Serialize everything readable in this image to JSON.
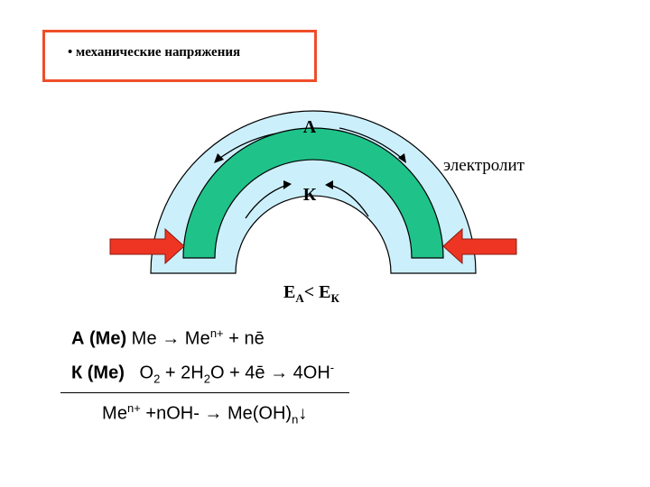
{
  "title": "• механические напряжения",
  "labels": {
    "anode": "А",
    "cathode": "К",
    "electrolyte": "электролит"
  },
  "potential": {
    "e1": "E",
    "s1": "A",
    "rel": "< E",
    "s2": "К"
  },
  "anode_eq": {
    "lead": "А (Ме)",
    "left": "Ме → Ме",
    "sup": "n+",
    "right": "+ nē"
  },
  "cathode_eq": {
    "lead": "К (Ме)",
    "o": "O",
    "o_sub": "2",
    "mid1": "+ 2H",
    "h_sub": "2",
    "mid2": "O + 4ē → 4OH",
    "sup": "-"
  },
  "result_eq": {
    "me": "Ме",
    "sup": "n+",
    "mid": "+nOH- → Me(OH)",
    "sub": "n",
    "arrow": "↓"
  },
  "colors": {
    "metal": "#1fc38a",
    "electrolyte": "#ccf0fb",
    "force_arrow": "#ee3524",
    "frame": "#ee4e2a"
  }
}
